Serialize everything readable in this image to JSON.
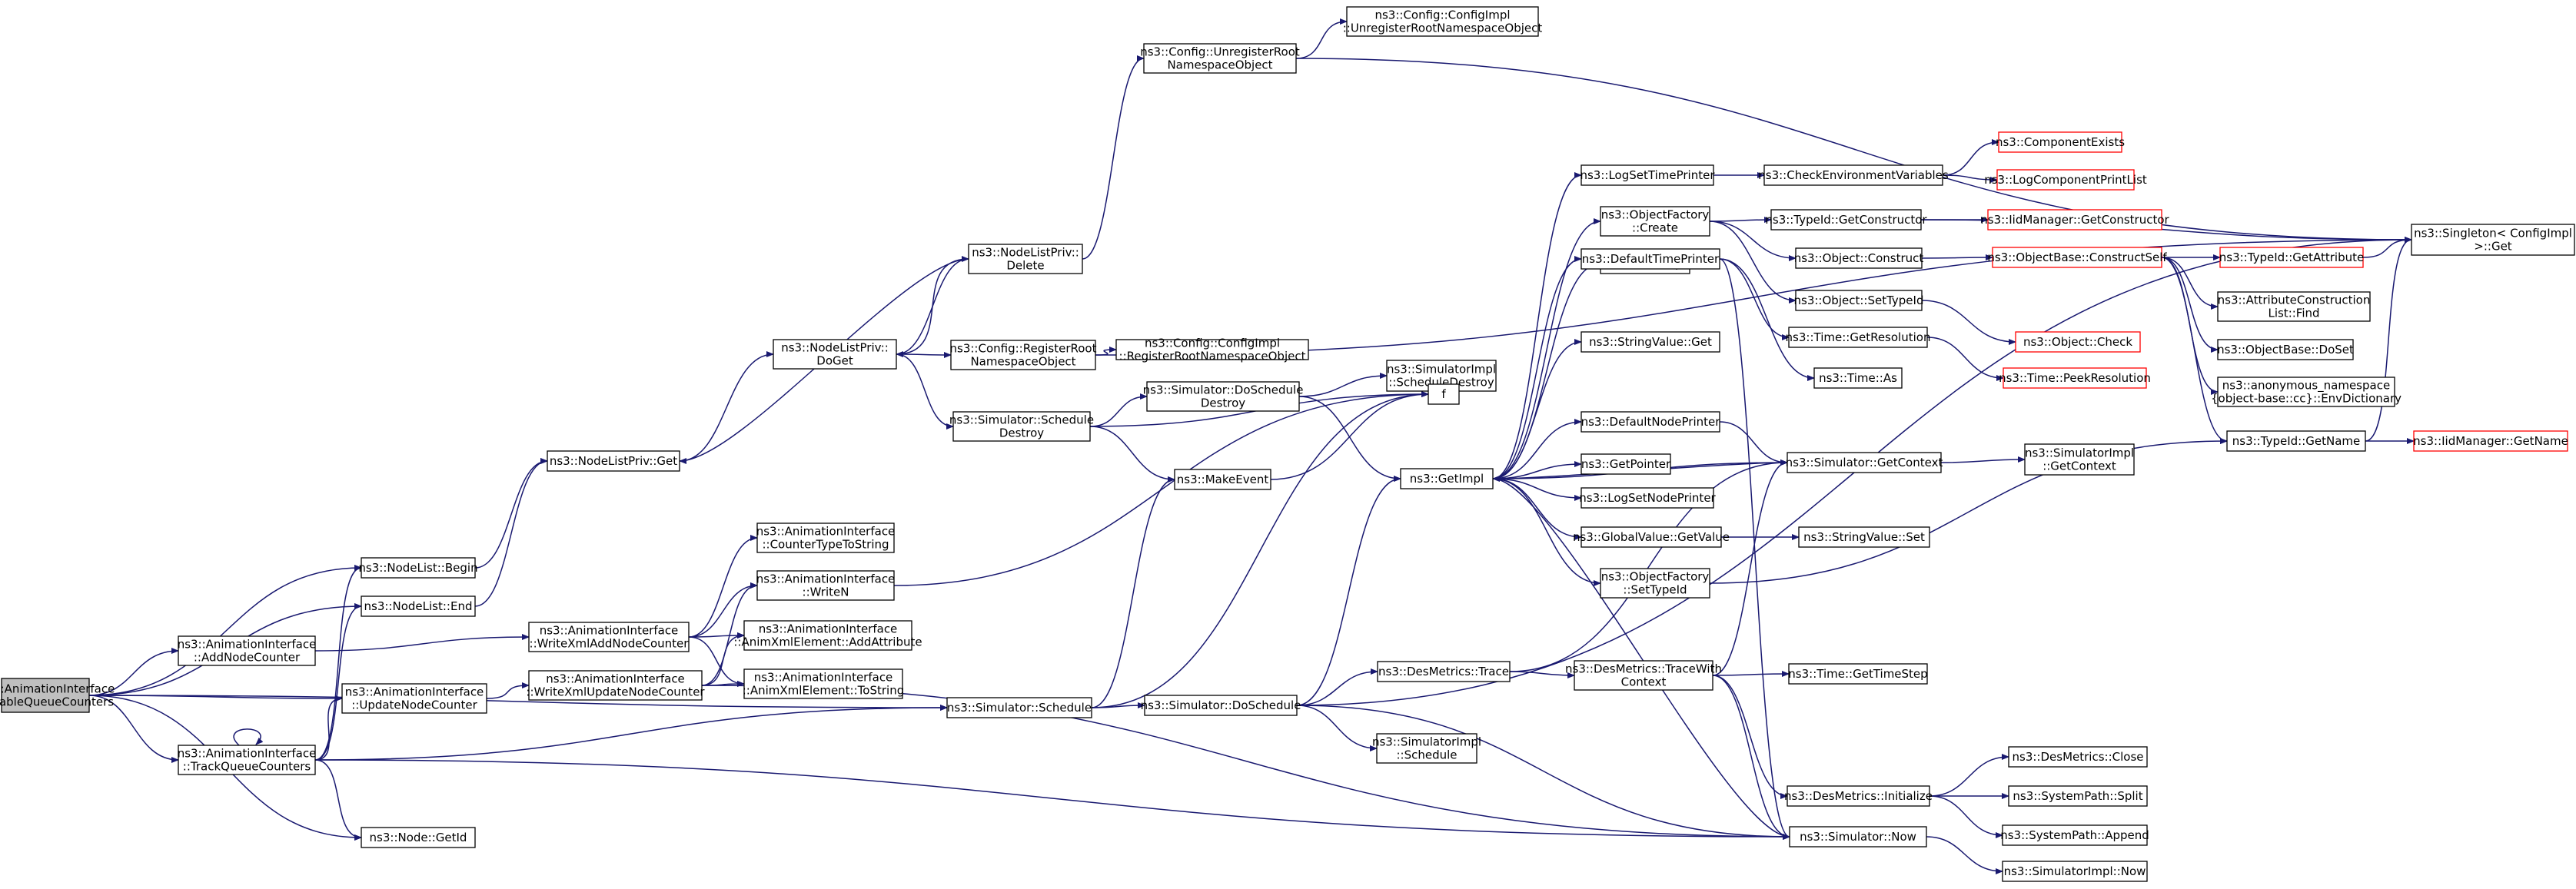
{
  "colors": {
    "edge": "#191970",
    "node_border": "#000000",
    "missing_node_border": "#ff0000",
    "current_node_fill": "#bfbfbf",
    "background": "#ffffff"
  },
  "graph": {
    "nodes": [
      {
        "id": "enable",
        "lines": [
          "ns3::AnimationInterface",
          "::EnableQueueCounters"
        ],
        "style": "current"
      },
      {
        "id": "add_node_counter",
        "lines": [
          "ns3::AnimationInterface",
          "::AddNodeCounter"
        ]
      },
      {
        "id": "track_queue",
        "lines": [
          "ns3::AnimationInterface",
          "::TrackQueueCounters"
        ]
      },
      {
        "id": "nodelist_begin",
        "lines": [
          "ns3::NodeList::Begin"
        ]
      },
      {
        "id": "nodelist_end",
        "lines": [
          "ns3::NodeList::End"
        ]
      },
      {
        "id": "update_node_counter",
        "lines": [
          "ns3::AnimationInterface",
          "::UpdateNodeCounter"
        ]
      },
      {
        "id": "node_getid",
        "lines": [
          "ns3::Node::GetId"
        ]
      },
      {
        "id": "nodelistpriv_get",
        "lines": [
          "ns3::NodeListPriv::Get"
        ]
      },
      {
        "id": "write_add",
        "lines": [
          "ns3::AnimationInterface",
          "::WriteXmlAddNodeCounter"
        ]
      },
      {
        "id": "write_update",
        "lines": [
          "ns3::AnimationInterface",
          "::WriteXmlUpdateNodeCounter"
        ]
      },
      {
        "id": "counter_type",
        "lines": [
          "ns3::AnimationInterface",
          "::CounterTypeToString"
        ]
      },
      {
        "id": "writen",
        "lines": [
          "ns3::AnimationInterface",
          "::WriteN"
        ]
      },
      {
        "id": "add_attribute",
        "lines": [
          "ns3::AnimationInterface",
          "::AnimXmlElement::AddAttribute"
        ]
      },
      {
        "id": "to_string",
        "lines": [
          "ns3::AnimationInterface",
          "::AnimXmlElement::ToString"
        ]
      },
      {
        "id": "nodelistpriv_doget",
        "lines": [
          "ns3::NodeListPriv::",
          "DoGet"
        ]
      },
      {
        "id": "nodelistpriv_delete",
        "lines": [
          "ns3::NodeListPriv::",
          "Delete"
        ]
      },
      {
        "id": "register_root",
        "lines": [
          "ns3::Config::RegisterRoot",
          "NamespaceObject"
        ]
      },
      {
        "id": "sim_schedule_destroy",
        "lines": [
          "ns3::Simulator::Schedule",
          "Destroy"
        ]
      },
      {
        "id": "unregister_root",
        "lines": [
          "ns3::Config::UnregisterRoot",
          "NamespaceObject"
        ]
      },
      {
        "id": "configimpl_unregister",
        "lines": [
          "ns3::Config::ConfigImpl",
          "::UnregisterRootNamespaceObject"
        ]
      },
      {
        "id": "configimpl_register",
        "lines": [
          "ns3::Config::ConfigImpl",
          "::RegisterRootNamespaceObject"
        ]
      },
      {
        "id": "sim_doschedule_destroy",
        "lines": [
          "ns3::Simulator::DoSchedule",
          "Destroy"
        ]
      },
      {
        "id": "simimpl_schedule_destroy",
        "lines": [
          "ns3::SimulatorImpl",
          "::ScheduleDestroy"
        ]
      },
      {
        "id": "make_event",
        "lines": [
          "ns3::MakeEvent"
        ]
      },
      {
        "id": "f",
        "lines": [
          "f"
        ]
      },
      {
        "id": "sim_schedule",
        "lines": [
          "ns3::Simulator::Schedule"
        ]
      },
      {
        "id": "sim_doschedule",
        "lines": [
          "ns3::Simulator::DoSchedule"
        ]
      },
      {
        "id": "getimpl",
        "lines": [
          "ns3::GetImpl"
        ]
      },
      {
        "id": "simimpl_schedule",
        "lines": [
          "ns3::SimulatorImpl",
          "::Schedule"
        ]
      },
      {
        "id": "desmetrics_trace",
        "lines": [
          "ns3::DesMetrics::Trace"
        ]
      },
      {
        "id": "desmetrics_tracewith",
        "lines": [
          "ns3::DesMetrics::TraceWith",
          "Context"
        ]
      },
      {
        "id": "desmetrics_init",
        "lines": [
          "ns3::DesMetrics::Initialize"
        ]
      },
      {
        "id": "sim_now",
        "lines": [
          "ns3::Simulator::Now"
        ]
      },
      {
        "id": "time_gettimestep",
        "lines": [
          "ns3::Time::GetTimeStep"
        ]
      },
      {
        "id": "logsettimeprinter",
        "lines": [
          "ns3::LogSetTimePrinter"
        ]
      },
      {
        "id": "objectfactory_create",
        "lines": [
          "ns3::ObjectFactory",
          "::Create"
        ]
      },
      {
        "id": "peekimpl",
        "lines": [
          "ns3::PeekImpl"
        ]
      },
      {
        "id": "defaulttimeprinter",
        "lines": [
          "ns3::DefaultTimePrinter"
        ]
      },
      {
        "id": "stringvalue_get",
        "lines": [
          "ns3::StringValue::Get"
        ]
      },
      {
        "id": "defaultnodeprinter",
        "lines": [
          "ns3::DefaultNodePrinter"
        ]
      },
      {
        "id": "getpointer",
        "lines": [
          "ns3::GetPointer"
        ]
      },
      {
        "id": "logsetnodeprinter",
        "lines": [
          "ns3::LogSetNodePrinter"
        ]
      },
      {
        "id": "globalvalue_getvalue",
        "lines": [
          "ns3::GlobalValue::GetValue"
        ]
      },
      {
        "id": "objectfactory_settypeid",
        "lines": [
          "ns3::ObjectFactory",
          "::SetTypeId"
        ]
      },
      {
        "id": "checkenv",
        "lines": [
          "ns3::CheckEnvironmentVariables"
        ]
      },
      {
        "id": "componentexists",
        "lines": [
          "ns3::ComponentExists"
        ],
        "style": "red"
      },
      {
        "id": "logcomponentprintlist",
        "lines": [
          "ns3::LogComponentPrintList"
        ],
        "style": "red"
      },
      {
        "id": "typeid_getconstructor",
        "lines": [
          "ns3::TypeId::GetConstructor"
        ]
      },
      {
        "id": "iidmanager_getconstructor",
        "lines": [
          "ns3::IidManager::GetConstructor"
        ],
        "style": "red"
      },
      {
        "id": "object_construct",
        "lines": [
          "ns3::Object::Construct"
        ]
      },
      {
        "id": "object_settypeid",
        "lines": [
          "ns3::Object::SetTypeId"
        ]
      },
      {
        "id": "time_getresolution",
        "lines": [
          "ns3::Time::GetResolution"
        ]
      },
      {
        "id": "time_as",
        "lines": [
          "ns3::Time::As"
        ]
      },
      {
        "id": "time_peekresolution",
        "lines": [
          "ns3::Time::PeekResolution"
        ],
        "style": "red"
      },
      {
        "id": "sim_getcontext",
        "lines": [
          "ns3::Simulator::GetContext"
        ]
      },
      {
        "id": "stringvalue_set",
        "lines": [
          "ns3::StringValue::Set"
        ]
      },
      {
        "id": "simimpl_getcontext",
        "lines": [
          "ns3::SimulatorImpl",
          "::GetContext"
        ]
      },
      {
        "id": "objectbase_constructself",
        "lines": [
          "ns3::ObjectBase::ConstructSelf"
        ],
        "style": "red"
      },
      {
        "id": "typeid_getattribute",
        "lines": [
          "ns3::TypeId::GetAttribute"
        ],
        "style": "red"
      },
      {
        "id": "object_check",
        "lines": [
          "ns3::Object::Check"
        ],
        "style": "red"
      },
      {
        "id": "attrconstruction_find",
        "lines": [
          "ns3::AttributeConstruction",
          "List::Find"
        ]
      },
      {
        "id": "objectbase_doset",
        "lines": [
          "ns3::ObjectBase::DoSet"
        ]
      },
      {
        "id": "anon_envdictionary",
        "lines": [
          "ns3::anonymous_namespace",
          "{object-base::cc}::EnvDictionary"
        ]
      },
      {
        "id": "typeid_getname",
        "lines": [
          "ns3::TypeId::GetName"
        ]
      },
      {
        "id": "iidmanager_getname",
        "lines": [
          "ns3::IidManager::GetName"
        ],
        "style": "red"
      },
      {
        "id": "singleton_get",
        "lines": [
          "ns3::Singleton< ConfigImpl",
          " >::Get"
        ]
      },
      {
        "id": "desmetrics_close",
        "lines": [
          "ns3::DesMetrics::Close"
        ]
      },
      {
        "id": "systempath_split",
        "lines": [
          "ns3::SystemPath::Split"
        ]
      },
      {
        "id": "systempath_append",
        "lines": [
          "ns3::SystemPath::Append"
        ]
      },
      {
        "id": "simimpl_now",
        "lines": [
          "ns3::SimulatorImpl::Now"
        ]
      }
    ],
    "edges": [
      [
        "enable",
        "add_node_counter"
      ],
      [
        "enable",
        "nodelist_begin"
      ],
      [
        "enable",
        "nodelist_end"
      ],
      [
        "enable",
        "update_node_counter"
      ],
      [
        "enable",
        "track_queue"
      ],
      [
        "enable",
        "node_getid"
      ],
      [
        "enable",
        "sim_schedule"
      ],
      [
        "add_node_counter",
        "write_add"
      ],
      [
        "track_queue",
        "track_queue"
      ],
      [
        "track_queue",
        "nodelist_begin"
      ],
      [
        "track_queue",
        "nodelist_end"
      ],
      [
        "track_queue",
        "update_node_counter"
      ],
      [
        "track_queue",
        "node_getid"
      ],
      [
        "track_queue",
        "sim_schedule"
      ],
      [
        "track_queue",
        "sim_now"
      ],
      [
        "nodelist_begin",
        "nodelistpriv_get"
      ],
      [
        "nodelist_end",
        "nodelistpriv_get"
      ],
      [
        "update_node_counter",
        "write_update"
      ],
      [
        "nodelistpriv_get",
        "nodelistpriv_doget"
      ],
      [
        "write_add",
        "counter_type"
      ],
      [
        "write_add",
        "writen"
      ],
      [
        "write_add",
        "add_attribute"
      ],
      [
        "write_add",
        "to_string"
      ],
      [
        "write_update",
        "writen"
      ],
      [
        "write_update",
        "add_attribute"
      ],
      [
        "write_update",
        "to_string"
      ],
      [
        "write_update",
        "sim_now"
      ],
      [
        "writen",
        "f"
      ],
      [
        "nodelistpriv_doget",
        "nodelistpriv_delete"
      ],
      [
        "nodelistpriv_doget",
        "register_root"
      ],
      [
        "nodelistpriv_doget",
        "sim_schedule_destroy"
      ],
      [
        "nodelistpriv_delete",
        "nodelistpriv_doget"
      ],
      [
        "nodelistpriv_delete",
        "nodelistpriv_get"
      ],
      [
        "nodelistpriv_delete",
        "unregister_root"
      ],
      [
        "register_root",
        "configimpl_register"
      ],
      [
        "register_root",
        "singleton_get"
      ],
      [
        "unregister_root",
        "configimpl_unregister"
      ],
      [
        "unregister_root",
        "singleton_get"
      ],
      [
        "sim_schedule_destroy",
        "sim_doschedule_destroy"
      ],
      [
        "sim_schedule_destroy",
        "make_event"
      ],
      [
        "sim_schedule_destroy",
        "f"
      ],
      [
        "sim_doschedule_destroy",
        "simimpl_schedule_destroy"
      ],
      [
        "sim_doschedule_destroy",
        "getimpl"
      ],
      [
        "make_event",
        "f"
      ],
      [
        "f",
        "f"
      ],
      [
        "sim_schedule",
        "make_event"
      ],
      [
        "sim_schedule",
        "f"
      ],
      [
        "sim_schedule",
        "sim_doschedule"
      ],
      [
        "sim_doschedule",
        "getimpl"
      ],
      [
        "sim_doschedule",
        "desmetrics_trace"
      ],
      [
        "sim_doschedule",
        "simimpl_schedule"
      ],
      [
        "sim_doschedule",
        "sim_now"
      ],
      [
        "sim_doschedule",
        "singleton_get"
      ],
      [
        "getimpl",
        "logsettimeprinter"
      ],
      [
        "getimpl",
        "objectfactory_create"
      ],
      [
        "getimpl",
        "peekimpl"
      ],
      [
        "getimpl",
        "defaulttimeprinter"
      ],
      [
        "getimpl",
        "stringvalue_get"
      ],
      [
        "getimpl",
        "defaultnodeprinter"
      ],
      [
        "getimpl",
        "getpointer"
      ],
      [
        "getimpl",
        "logsetnodeprinter"
      ],
      [
        "getimpl",
        "globalvalue_getvalue"
      ],
      [
        "getimpl",
        "objectfactory_settypeid"
      ],
      [
        "getimpl",
        "sim_getcontext"
      ],
      [
        "desmetrics_trace",
        "desmetrics_tracewith"
      ],
      [
        "desmetrics_trace",
        "sim_getcontext"
      ],
      [
        "desmetrics_tracewith",
        "time_gettimestep"
      ],
      [
        "desmetrics_tracewith",
        "desmetrics_init"
      ],
      [
        "desmetrics_tracewith",
        "sim_getcontext"
      ],
      [
        "desmetrics_tracewith",
        "sim_now"
      ],
      [
        "desmetrics_init",
        "desmetrics_close"
      ],
      [
        "desmetrics_init",
        "systempath_split"
      ],
      [
        "desmetrics_init",
        "systempath_append"
      ],
      [
        "sim_now",
        "getimpl"
      ],
      [
        "sim_now",
        "simimpl_now"
      ],
      [
        "logsettimeprinter",
        "checkenv"
      ],
      [
        "checkenv",
        "componentexists"
      ],
      [
        "checkenv",
        "logcomponentprintlist"
      ],
      [
        "objectfactory_create",
        "typeid_getconstructor"
      ],
      [
        "objectfactory_create",
        "object_construct"
      ],
      [
        "objectfactory_create",
        "object_settypeid"
      ],
      [
        "typeid_getconstructor",
        "iidmanager_getconstructor"
      ],
      [
        "typeid_getconstructor",
        "singleton_get"
      ],
      [
        "object_construct",
        "objectbase_constructself"
      ],
      [
        "object_settypeid",
        "object_check"
      ],
      [
        "defaulttimeprinter",
        "time_getresolution"
      ],
      [
        "defaulttimeprinter",
        "time_as"
      ],
      [
        "defaulttimeprinter",
        "sim_now"
      ],
      [
        "time_getresolution",
        "time_peekresolution"
      ],
      [
        "defaultnodeprinter",
        "sim_getcontext"
      ],
      [
        "globalvalue_getvalue",
        "stringvalue_set"
      ],
      [
        "objectfactory_settypeid",
        "typeid_getname"
      ],
      [
        "sim_getcontext",
        "getimpl"
      ],
      [
        "sim_getcontext",
        "simimpl_getcontext"
      ],
      [
        "objectbase_constructself",
        "typeid_getattribute"
      ],
      [
        "objectbase_constructself",
        "attrconstruction_find"
      ],
      [
        "objectbase_constructself",
        "objectbase_doset"
      ],
      [
        "objectbase_constructself",
        "anon_envdictionary"
      ],
      [
        "objectbase_constructself",
        "typeid_getname"
      ],
      [
        "typeid_getattribute",
        "singleton_get"
      ],
      [
        "typeid_getname",
        "iidmanager_getname"
      ],
      [
        "typeid_getname",
        "singleton_get"
      ]
    ]
  }
}
